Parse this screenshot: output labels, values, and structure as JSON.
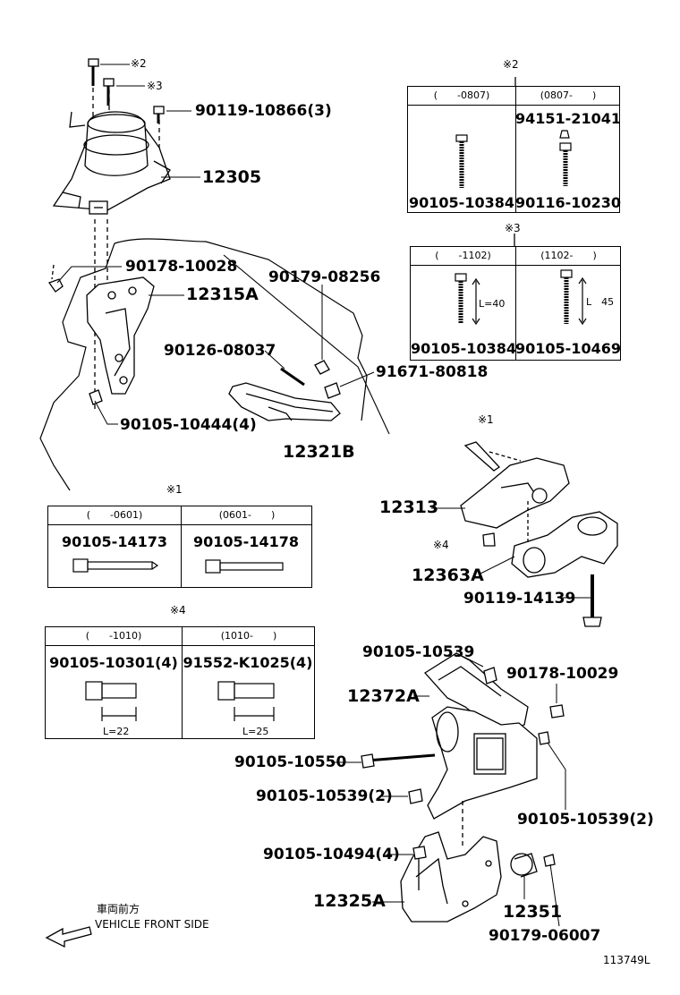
{
  "parts": {
    "p90119_10866": "90119-10866(3)",
    "p12305": "12305",
    "p90178_10028": "90178-10028",
    "p12315A": "12315A",
    "p90179_08256": "90179-08256",
    "p90126_08037": "90126-08037",
    "p91671_80818": "91671-80818",
    "p90105_10444": "90105-10444(4)",
    "p12321B": "12321B",
    "p12313": "12313",
    "p12363A": "12363A",
    "p90119_14139": "90119-14139",
    "p90105_10539_top": "90105-10539",
    "p90178_10029": "90178-10029",
    "p12372A": "12372A",
    "p90105_10550": "90105-10550",
    "p90105_10539_2a": "90105-10539(2)",
    "p90105_10539_2b": "90105-10539(2)",
    "p90105_10494": "90105-10494(4)",
    "p12325A": "12325A",
    "p12351": "12351",
    "p90179_06007": "90179-06007"
  },
  "markers": {
    "note1": "※1",
    "note2": "※2",
    "note3": "※3",
    "note4": "※4"
  },
  "tables": {
    "t2": {
      "title": "※2",
      "left_header": "(　　-0807)",
      "right_header": "(0807-　　)",
      "right_top": "94151-21041",
      "left_bottom": "90105-10384",
      "right_bottom": "90116-10230"
    },
    "t3": {
      "title": "※3",
      "left_header": "(　　-1102)",
      "right_header": "(1102-　　)",
      "left_dim": "L=40",
      "right_dim": "L　45",
      "left_bottom": "90105-10384",
      "right_bottom": "90105-10469"
    },
    "t1": {
      "title": "※1",
      "left_header": "(　　-0601)",
      "right_header": "(0601-　　)",
      "left_part": "90105-14173",
      "right_part": "90105-14178"
    },
    "t4": {
      "title": "※4",
      "left_header": "(　　-1010)",
      "right_header": "(1010-　　)",
      "left_part": "90105-10301(4)",
      "right_part": "91552-K1025(4)",
      "left_dim": "L=22",
      "right_dim": "L=25"
    }
  },
  "legend": {
    "japanese": "車両前方",
    "english": "VEHICLE FRONT SIDE"
  },
  "figure_id": "113749L"
}
